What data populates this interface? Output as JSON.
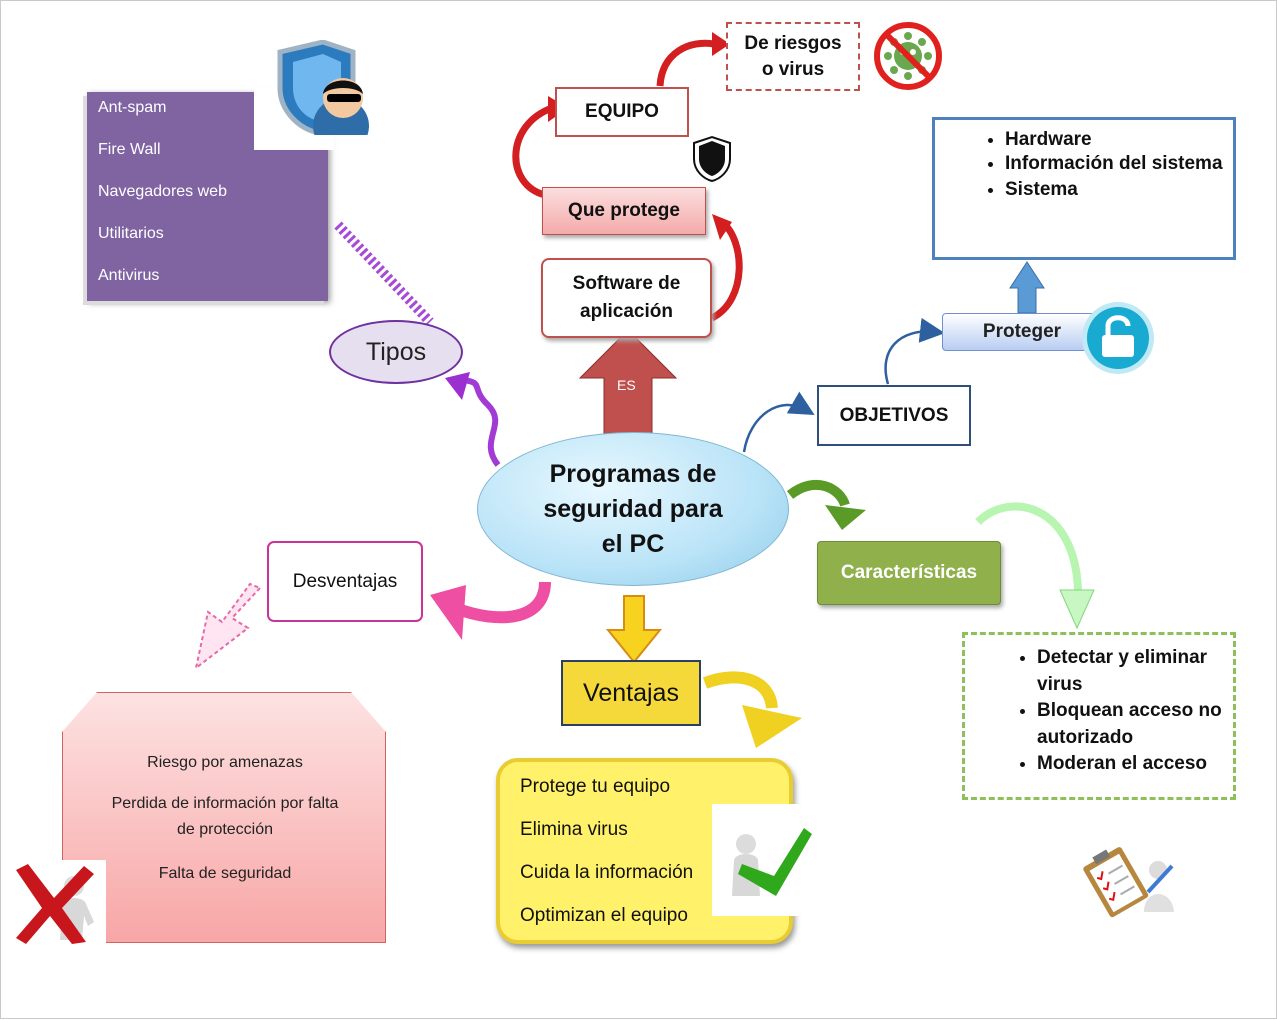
{
  "central": {
    "line1": "Programas de",
    "line2": "seguridad para",
    "line3": "el PC"
  },
  "tipos": {
    "label": "Tipos",
    "items": [
      "Ant-spam",
      "Fire Wall",
      "Navegadores web",
      "Utilitarios",
      "Antivirus"
    ]
  },
  "es_label": "ES",
  "software": {
    "line1": "Software de",
    "line2": "aplicación"
  },
  "que_protege": "Que protege",
  "equipo": "EQUIPO",
  "riesgos": {
    "line1": "De riesgos",
    "line2": "o virus"
  },
  "objetivos": {
    "label": "OBJETIVOS",
    "proteger": "Proteger",
    "items": [
      "Hardware",
      "Información del sistema",
      "Sistema"
    ]
  },
  "caracteristicas": {
    "label": "Características",
    "items": [
      "Detectar y eliminar virus",
      "Bloquean acceso no autorizado",
      "Moderan el acceso"
    ]
  },
  "ventajas": {
    "label": "Ventajas",
    "items": [
      "Protege tu equipo",
      "Elimina virus",
      "Cuida la información",
      "Optimizan el equipo"
    ]
  },
  "desventajas": {
    "label": "Desventajas",
    "items": [
      "Riesgo por amenazas",
      "Perdida de información por falta de protección",
      "Falta de seguridad"
    ]
  },
  "colors": {
    "purple": "#8064a2",
    "red": "#c0504d",
    "blue": "#4f81bd",
    "green": "#8fb04a",
    "yellow": "#f5d93b",
    "pink": "#cc3399"
  },
  "icons": [
    "shield-user-icon",
    "shield-icon",
    "no-virus-icon",
    "padlock-icon",
    "checkmark-person-icon",
    "x-person-icon",
    "clipboard-checklist-icon"
  ]
}
